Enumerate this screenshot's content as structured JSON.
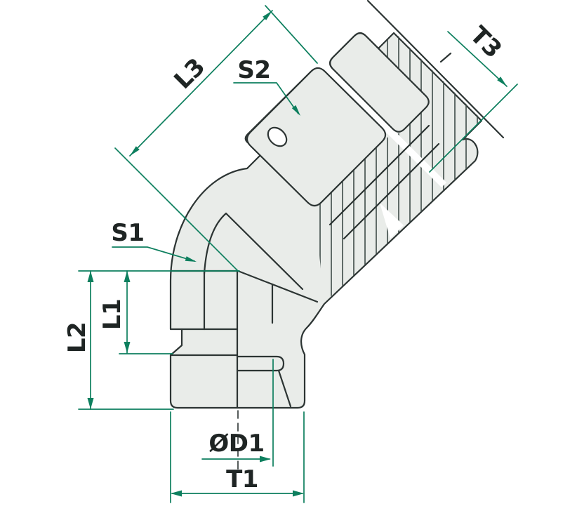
{
  "drawing": {
    "kind": "technical-drawing",
    "subject": "45-degree adjustable bulkhead elbow fitting, sectioned stud end with hatching"
  },
  "colors": {
    "dimension_accent": "#0d7f5e",
    "part_outline": "#2c3433",
    "part_fill": "#e9ece9",
    "hatch_stroke": "#3d4b47",
    "label_text": "#1f2524",
    "background": "#ffffff"
  },
  "dimensions": {
    "l3": {
      "label": "L3"
    },
    "s2": {
      "label": "S2"
    },
    "t3": {
      "label": "T3"
    },
    "s1": {
      "label": "S1"
    },
    "l2": {
      "label": "L2"
    },
    "l1": {
      "label": "L1"
    },
    "d1": {
      "label": "ØD1"
    },
    "t1": {
      "label": "T1"
    }
  }
}
